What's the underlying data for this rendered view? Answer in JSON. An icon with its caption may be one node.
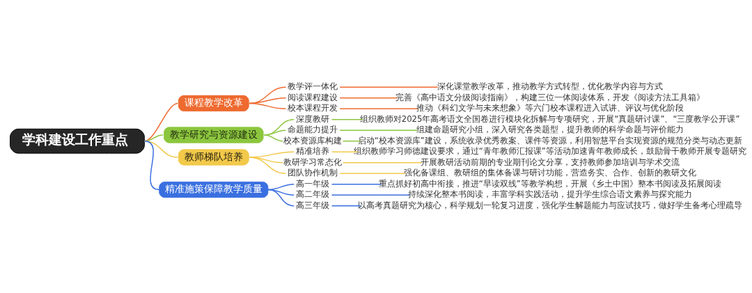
{
  "diagram": {
    "nodes": [
      {
        "text": [
          "学科建设工作重点"
        ]
      },
      {
        "text": [
          "课程教学改革"
        ]
      },
      {
        "text": [
          "教学评一体化"
        ]
      },
      {
        "text": [
          "深化课堂教学改革，推动教学方式转型，优化教学内容与方式"
        ]
      },
      {
        "text": [
          "阅读课程建设"
        ]
      },
      {
        "text": [
          "完善《高中语文分级阅读指南》，构建三位一体阅读体系，开发《阅读方法工具箱》"
        ]
      },
      {
        "text": [
          "校本课程开发"
        ]
      },
      {
        "text": [
          "推动《科幻文学与未来想象》等六门校本课程进入试讲、评议与优化阶段"
        ]
      },
      {
        "text": [
          "教学研究与资源建设"
        ]
      },
      {
        "text": [
          "深度教研"
        ]
      },
      {
        "text": [
          "组织教师对2025年高考语文全国卷进行模块化拆解与专项研究，开展“真题研讨课”、“三度教学公开课”"
        ]
      },
      {
        "text": [
          "命题能力提升"
        ]
      },
      {
        "text": [
          "组建命题研究小组，深入研究各类题型，提升教师的科学命题与评价能力"
        ]
      },
      {
        "text": [
          "校本资源库构建"
        ]
      },
      {
        "text": [
          "启动“校本资源库”建设，系统收录优秀教案、课件等资源，利用智慧平台实现资源的规范分类与动态更新"
        ]
      },
      {
        "text": [
          "教师梯队培养"
        ]
      },
      {
        "text": [
          "精准培养"
        ]
      },
      {
        "text": [
          "组织教师学习师德建设要求，通过“青年教师汇报课”等活动加速青年教师成长，鼓励骨干教师开展专题研究"
        ]
      },
      {
        "text": [
          "教研学习常态化"
        ]
      },
      {
        "text": [
          "开展教研活动前期的专业期刊论文分享，支持教师参加培训与学术交流"
        ]
      },
      {
        "text": [
          "团队协作机制"
        ]
      },
      {
        "text": [
          "强化备课组、教研组的集体备课与研讨功能，营造务实、合作、创新的教研文化"
        ]
      },
      {
        "text": [
          "精准施策保障教学质量"
        ]
      },
      {
        "text": [
          "高一年级"
        ]
      },
      {
        "text": [
          "重点抓好初高中衔接，推进“早读双线”等教学构想，开展《乡土中国》整本书阅读及拓展阅读"
        ]
      },
      {
        "text": [
          "高二年级"
        ]
      },
      {
        "text": [
          "持续深化整本书阅读，丰富学科实践活动，提升学生综合语文素养与探究能力"
        ]
      },
      {
        "text": [
          "高三年级"
        ]
      },
      {
        "text": [
          "以高考真题研究为核心，科学规划一轮复习进度，强化学生解题能力与应试技巧，做好学生备考心理疏导"
        ]
      }
    ],
    "edges": [
      {
        "from": 0,
        "to": 1,
        "arrow": "none",
        "color": "#ee6a2f"
      },
      {
        "from": 1,
        "to": 2,
        "arrow": "none",
        "color": "#ee6a2f"
      },
      {
        "from": 2,
        "to": 3,
        "arrow": "none",
        "color": "#ee6a2f"
      },
      {
        "from": 1,
        "to": 4,
        "arrow": "none",
        "color": "#ee6a2f"
      },
      {
        "from": 4,
        "to": 5,
        "arrow": "none",
        "color": "#ee6a2f"
      },
      {
        "from": 1,
        "to": 6,
        "arrow": "none",
        "color": "#ee6a2f"
      },
      {
        "from": 6,
        "to": 7,
        "arrow": "none",
        "color": "#ee6a2f"
      },
      {
        "from": 0,
        "to": 8,
        "arrow": "none",
        "color": "#8cc63e"
      },
      {
        "from": 8,
        "to": 9,
        "arrow": "none",
        "color": "#8cc63e"
      },
      {
        "from": 9,
        "to": 10,
        "arrow": "none",
        "color": "#8cc63e"
      },
      {
        "from": 8,
        "to": 11,
        "arrow": "none",
        "color": "#8cc63e"
      },
      {
        "from": 11,
        "to": 12,
        "arrow": "none",
        "color": "#8cc63e"
      },
      {
        "from": 8,
        "to": 13,
        "arrow": "none",
        "color": "#8cc63e"
      },
      {
        "from": 13,
        "to": 14,
        "arrow": "none",
        "color": "#8cc63e"
      },
      {
        "from": 0,
        "to": 15,
        "arrow": "none",
        "color": "#f2c94a"
      },
      {
        "from": 15,
        "to": 16,
        "arrow": "none",
        "color": "#f2c94a"
      },
      {
        "from": 16,
        "to": 17,
        "arrow": "none",
        "color": "#f2c94a"
      },
      {
        "from": 15,
        "to": 18,
        "arrow": "none",
        "color": "#f2c94a"
      },
      {
        "from": 18,
        "to": 19,
        "arrow": "none",
        "color": "#f2c94a"
      },
      {
        "from": 15,
        "to": 20,
        "arrow": "none",
        "color": "#f2c94a"
      },
      {
        "from": 20,
        "to": 21,
        "arrow": "none",
        "color": "#f2c94a"
      },
      {
        "from": 0,
        "to": 22,
        "arrow": "none",
        "color": "#3a6fe0"
      },
      {
        "from": 22,
        "to": 23,
        "arrow": "none",
        "color": "#3a6fe0"
      },
      {
        "from": 23,
        "to": 24,
        "arrow": "none",
        "color": "#3a6fe0"
      },
      {
        "from": 22,
        "to": 25,
        "arrow": "none",
        "color": "#3a6fe0"
      },
      {
        "from": 25,
        "to": 26,
        "arrow": "none",
        "color": "#3a6fe0"
      },
      {
        "from": 22,
        "to": 27,
        "arrow": "none",
        "color": "#3a6fe0"
      },
      {
        "from": 27,
        "to": 28,
        "arrow": "none",
        "color": "#3a6fe0"
      }
    ]
  }
}
